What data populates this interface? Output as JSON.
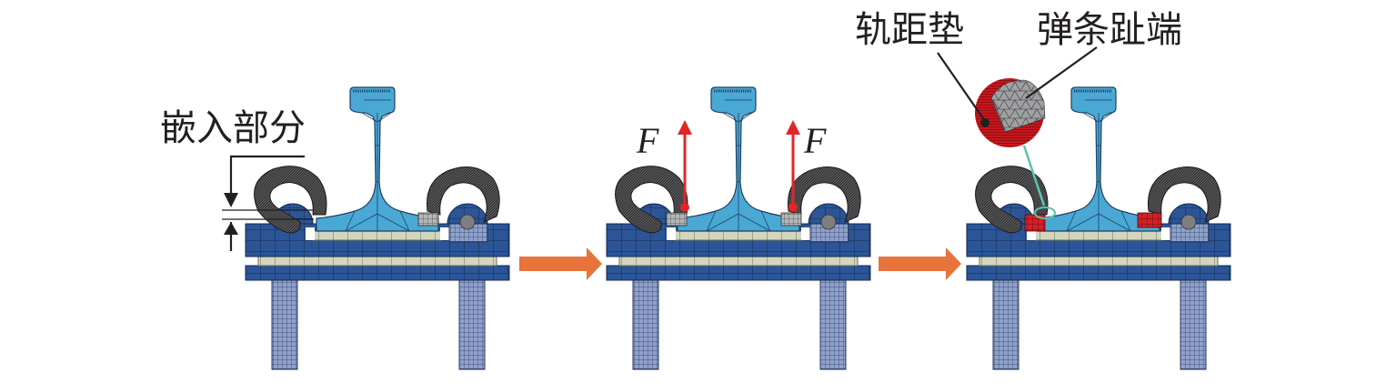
{
  "figure": {
    "stages": [
      {
        "id": "stage-1",
        "description": "initial assembly with embedded clip",
        "annotations": [
          "嵌入部分"
        ]
      },
      {
        "id": "stage-2",
        "description": "uplift force applied",
        "annotations": [
          "F",
          "F"
        ]
      },
      {
        "id": "stage-3",
        "description": "contact detail between gauge pad and clip toe",
        "annotations": [
          "轨距垫",
          "弹条趾端"
        ]
      }
    ],
    "labels": {
      "embedded_part": "嵌入部分",
      "force_left": "F",
      "force_right": "F",
      "gauge_pad": "轨距垫",
      "clip_toe": "弹条趾端"
    },
    "colors": {
      "rail": "#49a9d4",
      "rail_mesh": "#1f3f66",
      "plate_blue": "#2b5597",
      "pad_beige": "#d3d5bd",
      "bolt": "#8fa1cb",
      "clip_dark": "#3a3a3c",
      "gauge_block_gray": "#a9aaab",
      "gauge_block_red": "#d42027",
      "force_arrow": "#e42527",
      "process_arrow": "#e8743b",
      "leader_teal": "#5bc4ac",
      "text": "#231f20"
    }
  }
}
